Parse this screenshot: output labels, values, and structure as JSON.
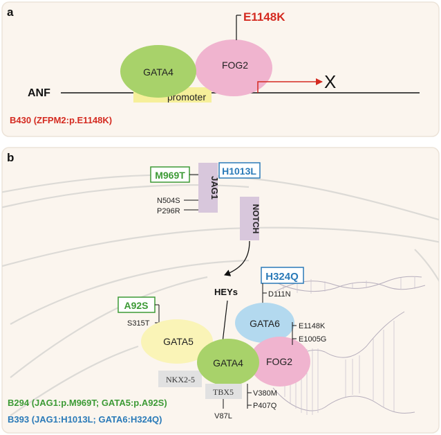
{
  "panel_a": {
    "label": "a",
    "gene": "ANF",
    "promoter": "promoter",
    "gata4": "GATA4",
    "fog2": "FOG2",
    "mutation": "E1148K",
    "blocked": "X",
    "patient": "B430 (ZFPM2:p.E1148K)"
  },
  "panel_b": {
    "label": "b",
    "jag1": "JAG1",
    "jag1_box_left": "M969T",
    "jag1_box_right": "H1013L",
    "jag1_mut_1": "N504S",
    "jag1_mut_2": "P296R",
    "notch": "NOTCH",
    "heys": "HEYs",
    "gata6_box": "H324Q",
    "gata6_mut": "D111N",
    "gata6": "GATA6",
    "gata5_box": "A92S",
    "gata5_mut": "S315T",
    "gata5": "GATA5",
    "gata4": "GATA4",
    "fog2": "FOG2",
    "fog2_mut_1": "E1148K",
    "fog2_mut_2": "E1005G",
    "nkx": "NKX2-5",
    "tbx5": "TBX5",
    "gata4_mut_1": "V380M",
    "gata4_mut_2": "P407Q",
    "tbx5_mut": "V87L",
    "patient_1": "B294 (JAG1:p.M969T; GATA5:p.A92S)",
    "patient_2": "B393 (JAG1:H1013L; GATA6:H324Q)"
  },
  "colors": {
    "panel_bg": "#fbf5ee",
    "red": "#d42a20",
    "green": "#3c9a35",
    "blue": "#2a7ab8",
    "gata4": "#a8d26a",
    "fog2": "#f0b4cf",
    "gata6": "#b3d9ef",
    "gata5": "#faf4b7",
    "promoter": "#f6ef9a",
    "jag1": "#d8c7dc",
    "grey_box": "#e1e1e1"
  }
}
